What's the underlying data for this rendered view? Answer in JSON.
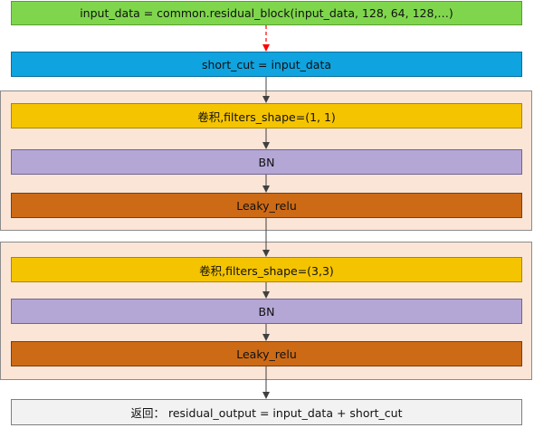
{
  "colors": {
    "top_fill": "#7fd64c",
    "shortcut_fill": "#0fa3e0",
    "conv_fill": "#f5c400",
    "bn_fill": "#b4a7d6",
    "relu_fill": "#cd6a16",
    "group_fill": "#fbe5d6",
    "return_fill": "#f2f2f2",
    "arrow": "#404040",
    "dashed_arrow": "#ff0000"
  },
  "input_step": "input_data = common.residual_block(input_data,  128,  64, 128,…)",
  "shortcut_step": "short_cut = input_data",
  "block1": {
    "conv": "卷积,filters_shape=(1, 1)",
    "bn": "BN",
    "activation": "Leaky_relu"
  },
  "block2": {
    "conv": "卷积,filters_shape=(3,3)",
    "bn": "BN",
    "activation": "Leaky_relu"
  },
  "return_step": "返回： residual_output = input_data + short_cut"
}
